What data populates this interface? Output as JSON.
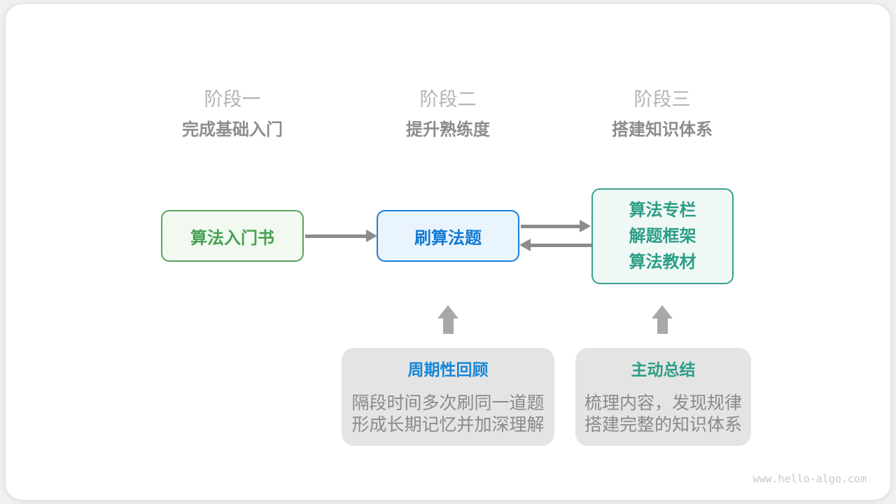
{
  "stages": [
    {
      "title": "阶段一",
      "subtitle": "完成基础入门"
    },
    {
      "title": "阶段二",
      "subtitle": "提升熟练度"
    },
    {
      "title": "阶段三",
      "subtitle": "搭建知识体系"
    }
  ],
  "flow_boxes": [
    {
      "name": "beginner-book",
      "lines": [
        "算法入门书"
      ]
    },
    {
      "name": "practice-problems",
      "lines": [
        "刷算法题"
      ]
    },
    {
      "name": "advanced-resources",
      "lines": [
        "算法专栏",
        "解题框架",
        "算法教材"
      ]
    }
  ],
  "notes": [
    {
      "title": "周期性回顾",
      "body_lines": [
        "隔段时间多次刷同一道题",
        "形成长期记忆并加深理解"
      ]
    },
    {
      "title": "主动总结",
      "body_lines": [
        "梳理内容，发现规律",
        "搭建完整的知识体系"
      ]
    }
  ],
  "watermark": "www.hello-algo.com",
  "colors": {
    "page_bg": "#f0f0f0",
    "card_bg": "#ffffff",
    "stage_title": "#b3b3b3",
    "stage_subtitle": "#8c8c8c",
    "green_border": "#5aa25c",
    "green_text": "#48a150",
    "green_bg": "#f1f9f0",
    "blue_border": "#1a7fd5",
    "blue_text": "#137ad2",
    "blue_bg": "#eaf4fc",
    "teal_border": "#38a18f",
    "teal_text": "#2c9e86",
    "teal_bg": "#f0f8f6",
    "arrow": "#8c8c8c",
    "block_arrow": "#a8a8a8",
    "note_bg": "#e4e4e4",
    "note_title_blue": "#1586d6",
    "note_title_teal": "#2c9e86",
    "note_body": "#8a8a8a",
    "watermark": "#c9c9c9"
  }
}
